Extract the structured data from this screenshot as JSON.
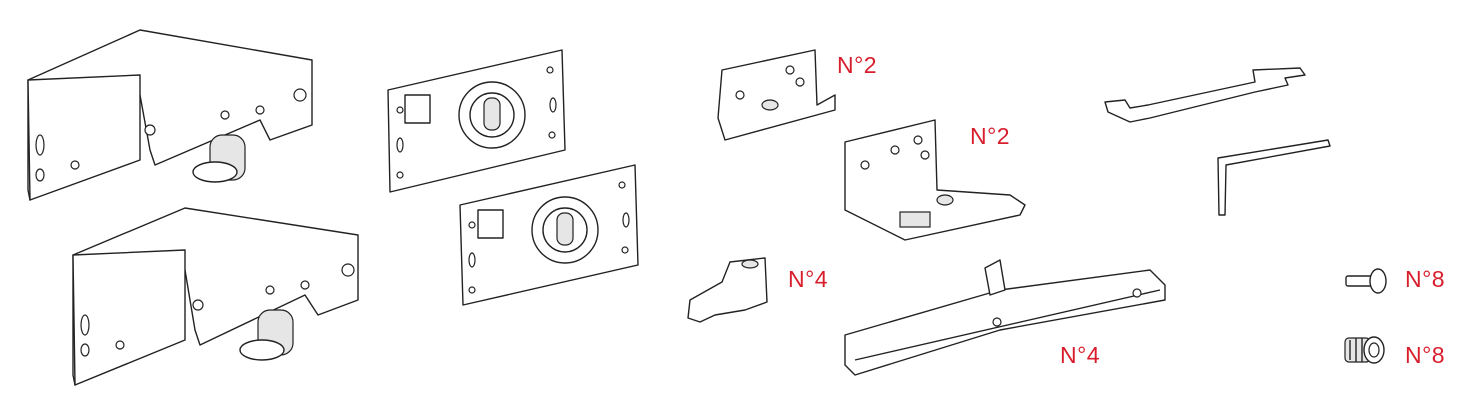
{
  "colors": {
    "label": "#d81e2c",
    "line": "#222222"
  },
  "labels": [
    {
      "part": "small-bracket",
      "text": "N°2"
    },
    {
      "part": "large-bracket",
      "text": "N°2"
    },
    {
      "part": "stopper",
      "text": "N°4"
    },
    {
      "part": "soft-close-damper",
      "text": "N°4"
    },
    {
      "part": "screw",
      "text": "N°8"
    },
    {
      "part": "threaded-insert",
      "text": "N°8"
    }
  ]
}
